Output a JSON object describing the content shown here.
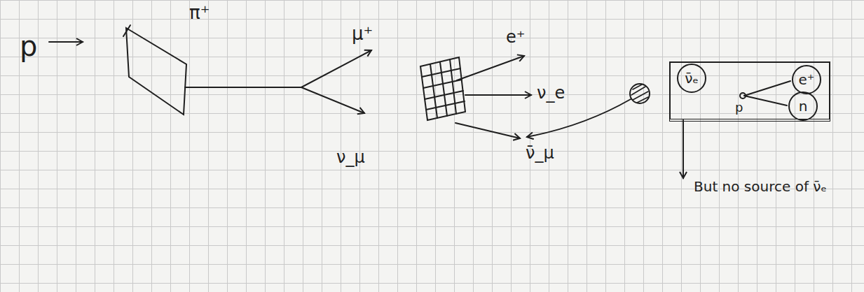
{
  "diagram": {
    "nodes": [
      {
        "text": [
          "p"
        ]
      },
      {
        "text": [
          "ν̄ₑ"
        ],
        "in": 0
      },
      {
        "text": [
          "e⁺"
        ],
        "in": 0
      },
      {
        "text": [
          "n"
        ],
        "in": 0
      }
    ],
    "labels": [
      "p",
      "π⁺",
      "μ⁺",
      "ν_μ",
      "e⁺",
      "ν_e",
      "ν̄_μ",
      "But no source of ν̄ₑ"
    ]
  }
}
